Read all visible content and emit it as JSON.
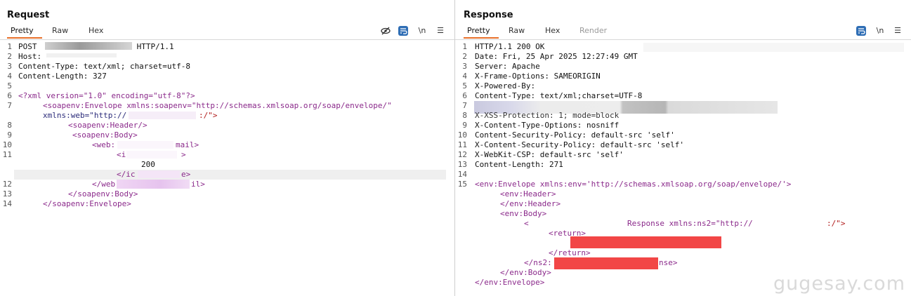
{
  "request": {
    "title": "Request",
    "tabs": [
      "Pretty",
      "Raw",
      "Hex"
    ],
    "tools": {
      "hide_icon": "eye-slash-icon",
      "wrap_icon": "wrap-icon",
      "newline_label": "\\n",
      "menu_icon": "☰"
    },
    "line_numbers": [
      "1",
      "2",
      "3",
      "4",
      "5",
      "6",
      "7",
      "",
      "8",
      "9",
      "10",
      "11",
      "",
      "",
      "12",
      "13",
      "14"
    ],
    "lines": {
      "l1a": "POST ",
      "l1b": " HTTP/1.1",
      "l2": "Host: ",
      "l3": "Content-Type: text/xml; charset=utf-8",
      "l4": "Content-Length: 327",
      "l6": "<?xml version=\"1.0\" encoding=\"utf-8\"?>",
      "l7a": "<soapenv:Envelope xmlns:soapenv=\"http://schemas.xmlsoap.org/soap/envelope/\"",
      "l7b": "xmlns:web=\"http://",
      "l7c": ":/\">",
      "l8": "<soapenv:Header/>",
      "l9": "<soapenv:Body>",
      "l10a": "<web:",
      "l10b": "mail>",
      "l11a": "<i",
      "l11b": ">",
      "l11val": "200",
      "l11c": "</ic",
      "l11d": "e>",
      "l12a": "</web",
      "l12b": "il>",
      "l13": "</soapenv:Body>",
      "l14": "</soapenv:Envelope>"
    }
  },
  "response": {
    "title": "Response",
    "tabs": [
      "Pretty",
      "Raw",
      "Hex",
      "Render"
    ],
    "tools": {
      "wrap_icon": "wrap-icon",
      "newline_label": "\\n",
      "menu_icon": "☰"
    },
    "line_numbers": [
      "1",
      "2",
      "3",
      "4",
      "5",
      "6",
      "7",
      "8",
      "9",
      "10",
      "11",
      "12",
      "13",
      "14",
      "15"
    ],
    "lines": {
      "l1": "HTTP/1.1 200 OK",
      "l2": "Date: Fri, 25 Apr 2025 12:27:49 GMT",
      "l3": "Server: Apache",
      "l4": "X-Frame-Options: SAMEORIGIN",
      "l5": "X-Powered-By:",
      "l6": "Content-Type: text/xml;charset=UTF-8",
      "l8": "X-XSS-Protection: 1; mode=block",
      "l9": "X-Content-Type-Options: nosniff",
      "l10": "Content-Security-Policy: default-src 'self'",
      "l11": "X-Content-Security-Policy: default-src 'self'",
      "l12": "X-WebKit-CSP: default-src 'self'",
      "l13": "Content-Length: 271",
      "l15": "<env:Envelope xmlns:env='http://schemas.xmlsoap.org/soap/envelope/'>",
      "e1": "<env:Header>",
      "e2": "</env:Header>",
      "e3": "<env:Body>",
      "e4a": "<",
      "e4b": "Response xmlns:ns2=\"http://",
      "e4c": ":/\">",
      "e5": "<return>",
      "e7": "</return>",
      "e8a": "</ns2:",
      "e8b": "nse>",
      "e9": "</env:Body>",
      "e10": "</env:Envelope>"
    }
  },
  "watermark": "gugesay.com",
  "colors": {
    "accent_tab": "#e8702a",
    "tool_blue": "#2f6eb5",
    "redaction_red": "#f24646",
    "redaction_pink": "#e8c9ef",
    "redaction_gray": "#bdbdbd"
  }
}
